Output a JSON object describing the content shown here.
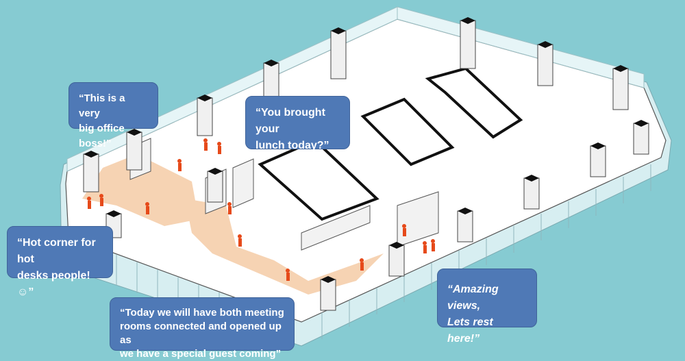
{
  "bubbles": {
    "big_office": "“This is a very\nbig office boss!”",
    "lunch": "“You brought your\nlunch today?”",
    "hot_corner": "“Hot corner for hot\ndesks people!☺”",
    "meeting_rooms": "“Today we will have both meeting\nrooms connected and opened up as\nwe have a special guest coming”",
    "views": "“Amazing views,\nLets rest here!”"
  },
  "colors": {
    "background": "#86cbd2",
    "bubble_fill": "#4f79b6",
    "floor": "#ffffff",
    "warm_zone": "#f6d3b3",
    "people": "#e64a1a",
    "glazing": "#d7eef1",
    "column_top": "#111111"
  }
}
